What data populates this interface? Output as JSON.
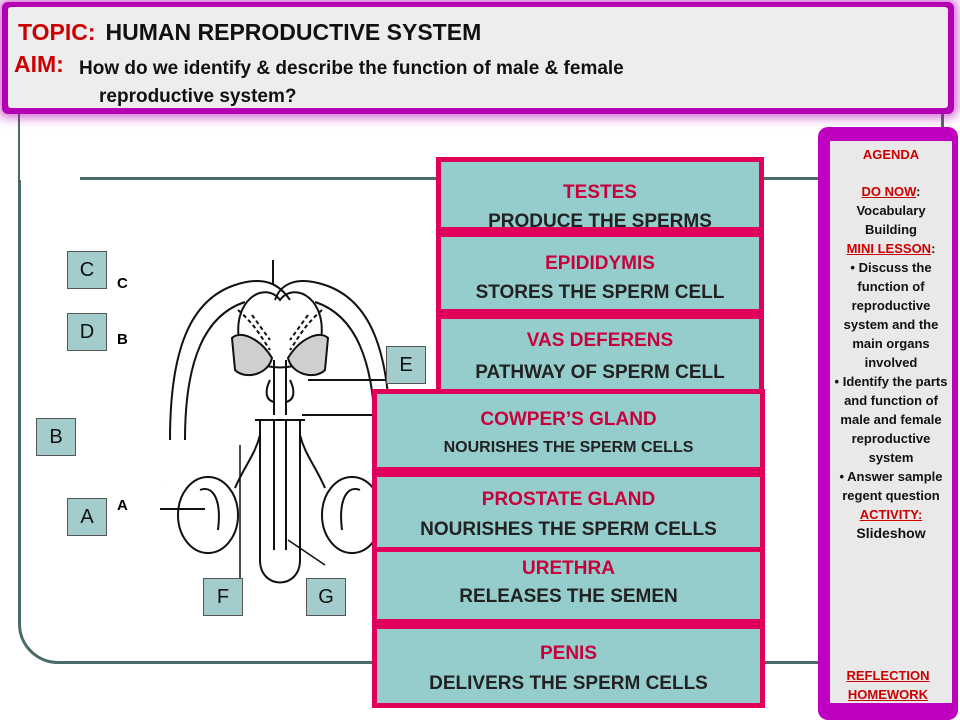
{
  "header": {
    "topic_key": "TOPIC:",
    "topic_value": "HUMAN REPRODUCTIVE SYSTEM",
    "aim_key": "AIM:",
    "aim_line1": "How do we identify & describe the function of male & female",
    "aim_line2": "reproductive system?"
  },
  "labels": {
    "c": "C",
    "d": "D",
    "b": "B",
    "a": "A",
    "e": "E",
    "f": "F",
    "g": "G"
  },
  "diagram_letters": {
    "c": "C",
    "b": "B",
    "a": "A"
  },
  "cards": [
    {
      "title": "TESTES",
      "function": "PRODUCE THE SPERMS"
    },
    {
      "title": "EPIDIDYMIS",
      "function": "STORES THE SPERM CELL"
    },
    {
      "title": "VAS DEFERENS",
      "function": "PATHWAY OF SPERM CELL"
    },
    {
      "title": "COWPER’S GLAND",
      "function": "NOURISHES THE SPERM CELLS"
    },
    {
      "title": "PROSTATE GLAND",
      "function": "NOURISHES THE SPERM CELLS"
    },
    {
      "title": "URETHRA",
      "function": "RELEASES THE SEMEN"
    },
    {
      "title": "PENIS",
      "function": "DELIVERS THE SPERM CELLS"
    }
  ],
  "agenda": {
    "title": "AGENDA",
    "do_now_label": "DO NOW",
    "do_now_text": "Vocabulary Building",
    "mini_lesson_label": "MINI LESSON",
    "bullet1": "• Discuss the function of reproductive system and the main organs involved",
    "bullet2": "• Identify the parts and function of male and female reproductive system",
    "bullet3": "• Answer sample regent question",
    "activity_label": "ACTIVITY:",
    "activity_text": "Slideshow",
    "reflection": "REFLECTION",
    "homework": "HOMEWORK"
  }
}
